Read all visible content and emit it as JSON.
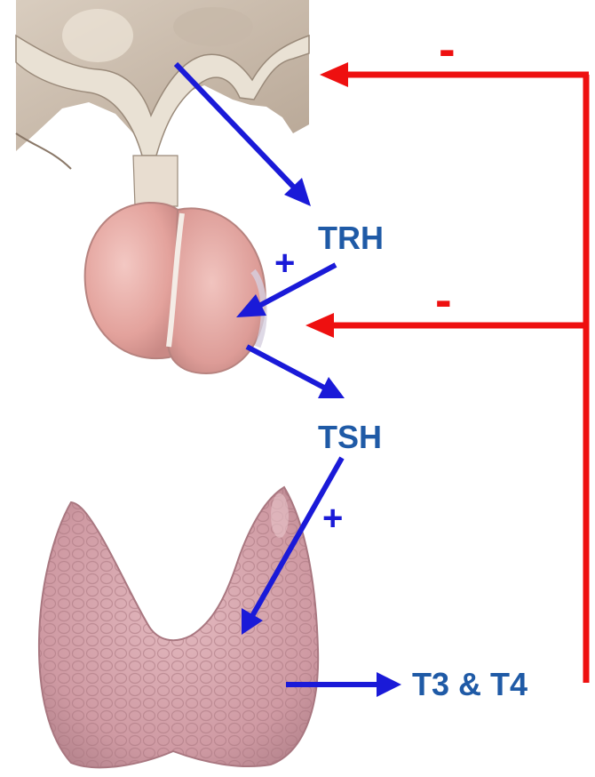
{
  "labels": {
    "trh": "TRH",
    "tsh": "TSH",
    "t3_t4": "T3 & T4",
    "plus_trh": "+",
    "plus_tsh": "+",
    "minus_top": "-",
    "minus_mid": "-"
  },
  "colors": {
    "stimulation_arrow": "#1a1ad8",
    "inhibition_arrow": "#ee1010",
    "hormone_label": "#1f5aa6",
    "plus_sign": "#1a1ad8",
    "minus_sign": "#ee1010",
    "hypothalamus": "#cdbfb2",
    "pituitary": "#e6a9a4",
    "thyroid": "#d3a2aa"
  },
  "icons": {
    "hypothalamus": "hypothalamus-illustration",
    "pituitary": "pituitary-gland-illustration",
    "thyroid": "thyroid-gland-illustration"
  }
}
